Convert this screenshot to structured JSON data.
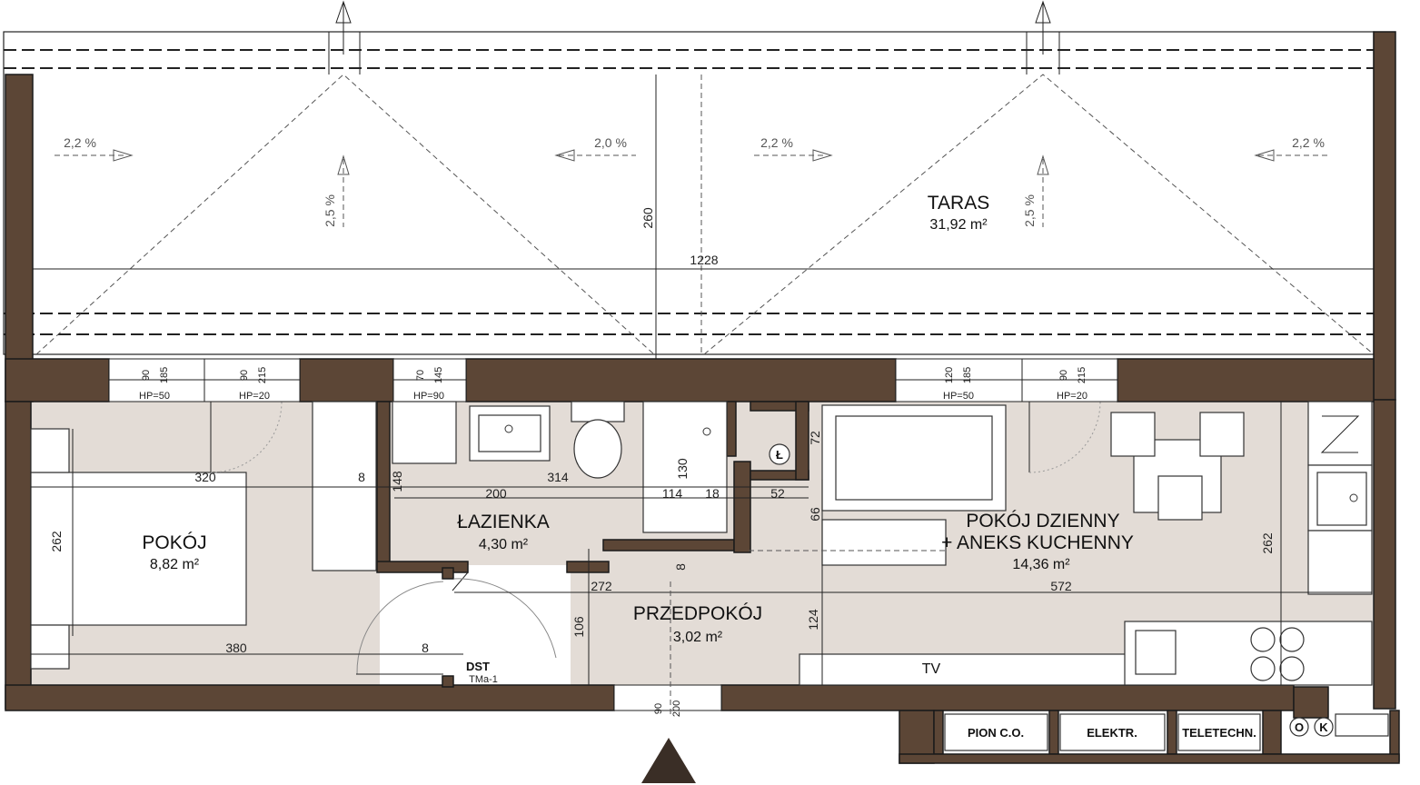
{
  "rooms": {
    "taras": {
      "name": "TARAS",
      "area": "31,92 m²"
    },
    "pokoj": {
      "name": "POKÓJ",
      "area": "8,82 m²"
    },
    "lazienka": {
      "name": "ŁAZIENKA",
      "area": "4,30 m²"
    },
    "przedpokoj": {
      "name": "PRZEDPOKÓJ",
      "area": "3,02 m²"
    },
    "dzienny": {
      "name": "POKÓJ DZIENNY",
      "name2": "+ ANEKS KUCHENNY",
      "area": "14,36 m²"
    }
  },
  "slopes": {
    "s1": "2,2 %",
    "s2": "2,0 %",
    "s3": "2,2 %",
    "s4": "2,2 %",
    "v1": "2,5 %",
    "v2": "2,5 %"
  },
  "dims": {
    "d260": "260",
    "d1228": "1228",
    "d320": "320",
    "d8a": "8",
    "d314": "314",
    "d148": "148",
    "d200": "200",
    "d114": "114",
    "d18": "18",
    "d52": "52",
    "d130": "130",
    "d72": "72",
    "d66": "66",
    "d262a": "262",
    "d262b": "262",
    "d8b": "8",
    "d272": "272",
    "d572": "572",
    "d106": "106",
    "d124": "124",
    "d380": "380",
    "d8c": "8"
  },
  "openings": {
    "w1w": "90",
    "w1h": "185",
    "w2w": "90",
    "w2h": "215",
    "w3w": "70",
    "w3h": "145",
    "w4w": "120",
    "w4h": "185",
    "w5w": "90",
    "w5h": "215",
    "door_w": "90",
    "door_h": "200"
  },
  "sills": {
    "h1": "HP=50",
    "h2": "HP=20",
    "h3": "HP=90",
    "h4": "HP=50",
    "h5": "HP=20"
  },
  "labels": {
    "tv": "TV",
    "dst": "DST",
    "tma": "TMa-1",
    "l_symbol": "Ł",
    "pion": "PION C.O.",
    "elektr": "ELEKTR.",
    "teletech": "TELETECHN.",
    "o": "O",
    "k": "K"
  },
  "colors": {
    "wall": "#5c4636",
    "floor": "#e3dcd6"
  }
}
